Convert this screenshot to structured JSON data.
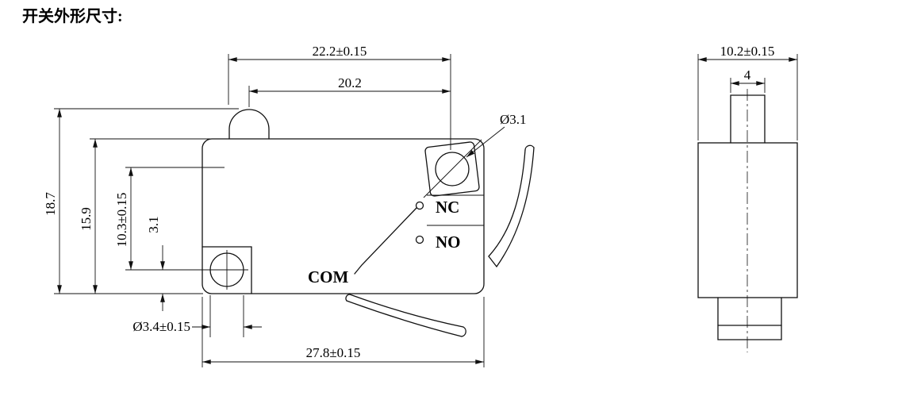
{
  "title": "开关外形尺寸:",
  "front_view": {
    "dim_top_width": "22.2±0.15",
    "dim_inner_width": "20.2",
    "dim_total_height": "18.7",
    "dim_body_height": "15.9",
    "dim_hole_spacing": "10.3±0.15",
    "dim_hole_edge_offset": "3.1",
    "dim_top_hole_dia": "Ø3.1",
    "dim_bottom_hole_dia": "Ø3.4±0.15",
    "dim_bottom_width": "27.8±0.15",
    "label_nc": "NC",
    "label_no": "NO",
    "label_com": "COM"
  },
  "side_view": {
    "dim_width": "10.2±0.15",
    "dim_plunger_width": "4"
  },
  "colors": {
    "line": "#111111",
    "background": "#ffffff"
  }
}
